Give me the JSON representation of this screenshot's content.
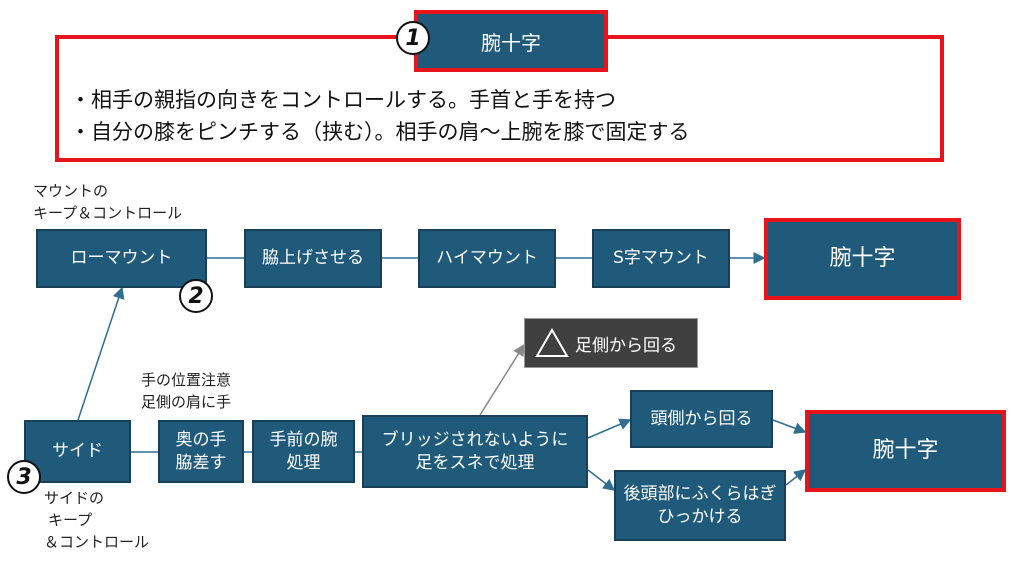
{
  "header": {
    "title": "腕十字",
    "badge": "1",
    "bullets": [
      "・相手の親指の向きをコントロールする。手首と手を持つ",
      "・自分の膝をピンチする（挟む）。相手の肩〜上腕を膝で固定する"
    ]
  },
  "notes": {
    "mount_keep": [
      "マウントの",
      "キープ＆コントロール"
    ],
    "hand_position": [
      "手の位置注意",
      "足側の肩に手"
    ],
    "side_keep": [
      "サイドの",
      "キープ",
      "＆コントロール"
    ]
  },
  "nodes": {
    "low_mount": "ローマウント",
    "armpit_up": "脇上げさせる",
    "high_mount": "ハイマウント",
    "s_mount": "S字マウント",
    "final_top": "腕十字",
    "side": "サイド",
    "far_hand": [
      "奥の手",
      "脇差す"
    ],
    "near_arm": [
      "手前の腕",
      "処理"
    ],
    "no_bridge": [
      "ブリッジされないように",
      "足をスネで処理"
    ],
    "head_side": "頭側から回る",
    "calf_hook": [
      "後頭部にふくらはぎ",
      "ひっかける"
    ],
    "final_bottom": "腕十字",
    "warning": "足側から回る"
  },
  "badges": {
    "two": "2",
    "three": "3"
  },
  "colors": {
    "box": "#1f5a7a",
    "accent": "#e8141c",
    "line": "#2f6f8f",
    "warning_bg": "#404040"
  }
}
